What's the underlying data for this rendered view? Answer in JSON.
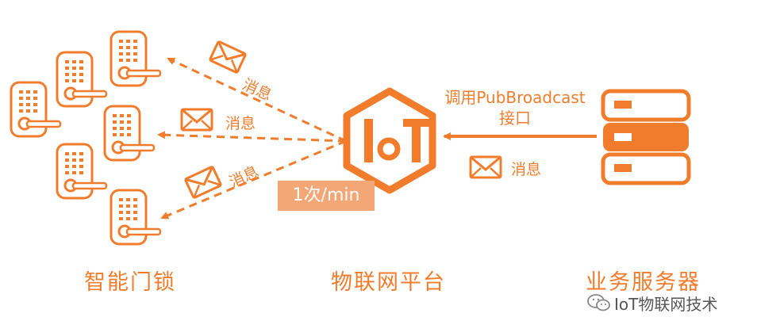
{
  "colors": {
    "accent": "#f07c2c",
    "badge_fill": "#f3a676",
    "badge_text": "#ffffff",
    "watermark": "#555555"
  },
  "messages": {
    "top": "消息",
    "middle": "消息",
    "bottom": "消息",
    "server": "消息"
  },
  "platform": {
    "rate": "1次/min",
    "label": "物联网平台",
    "icon": "iot-hexagon-icon"
  },
  "server": {
    "api_line1": "调用PubBroadcast",
    "api_line2": "接口",
    "label": "业务服务器",
    "icon": "server-stack-icon"
  },
  "locks": {
    "label": "智能门锁",
    "icon": "smart-lock-icon",
    "count": 6
  },
  "watermark": {
    "text": "IoT物联网技术",
    "icon": "wechat-icon"
  }
}
